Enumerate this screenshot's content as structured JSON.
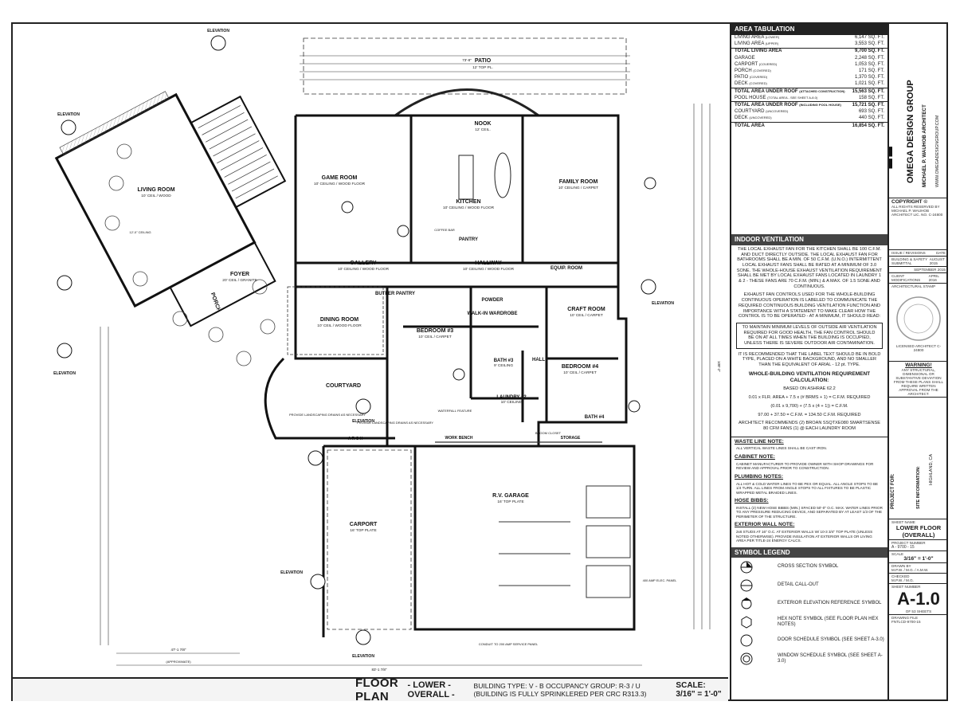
{
  "drawing": {
    "sheet_title": "FLOOR PLAN",
    "sheet_subtitle": "- LOWER - OVERALL -",
    "building_info": "BUILDING TYPE: V - B    OCCUPANCY GROUP: R-3 / U (BUILDING IS FULLY SPRINKLERED PER CRC R313.3)",
    "scale_note": "SCALE: 3/16\" = 1'-0\"",
    "rooms": {
      "patio": {
        "name": "PATIO",
        "sub": "12' TOP PL."
      },
      "nook": {
        "name": "NOOK",
        "sub": "12' CEIL."
      },
      "living": {
        "name": "LIVING ROOM",
        "sub": "10' CEIL / WOOD"
      },
      "game": {
        "name": "GAME ROOM",
        "sub": "10' CEILING / WOOD FLOOR"
      },
      "kitchen": {
        "name": "KITCHEN",
        "sub": "10' CEILING / WOOD FLOOR"
      },
      "family": {
        "name": "FAMILY ROOM",
        "sub": "10' CEILING / CARPET"
      },
      "foyer": {
        "name": "FOYER",
        "sub": "20' CEIL / GRANITE"
      },
      "porch": {
        "name": "PORCH",
        "sub": ""
      },
      "gallery": {
        "name": "GALLERY",
        "sub": "10' CEILING / WOOD FLOOR"
      },
      "hallway": {
        "name": "HALLWAY",
        "sub": "10' CEILING / WOOD FLOOR"
      },
      "pantry": {
        "name": "PANTRY",
        "sub": ""
      },
      "equip": {
        "name": "EQUIP. ROOM",
        "sub": ""
      },
      "dining": {
        "name": "DINING ROOM",
        "sub": "10' CEIL / WOOD FLOOR"
      },
      "butler": {
        "name": "BUTLER PANTRY",
        "sub": ""
      },
      "powder": {
        "name": "POWDER",
        "sub": ""
      },
      "craft": {
        "name": "CRAFT ROOM",
        "sub": "10' CEIL / CARPET"
      },
      "bed3": {
        "name": "BEDROOM #3",
        "sub": "10' CEIL / CARPET"
      },
      "walkin": {
        "name": "WALK-IN WARDROBE",
        "sub": ""
      },
      "bath3": {
        "name": "BATH #3",
        "sub": "9' CEILING"
      },
      "hall": {
        "name": "HALL",
        "sub": ""
      },
      "bed4": {
        "name": "BEDROOM #4",
        "sub": "10' CEIL / CARPET"
      },
      "courtyard": {
        "name": "COURTYARD",
        "sub": ""
      },
      "laundry": {
        "name": "LAUNDRY #2",
        "sub": "10' CEILING"
      },
      "bath4": {
        "name": "BATH #4",
        "sub": ""
      },
      "carport": {
        "name": "CARPORT",
        "sub": "16' TOP PLATE"
      },
      "rvgarage": {
        "name": "R.V. GARAGE",
        "sub": "16' TOP PLATE"
      }
    },
    "labels": {
      "elevation": "ELEVATION",
      "workbench": "WORK BENCH",
      "storage": "STORAGE",
      "arch": "A R C H",
      "landscaping": "PROVIDE LANDSCAPING DRAINS AS NECESSARY",
      "panel": "400 AMP ELEC. PANEL",
      "conduit": "CONDUIT TO 200 AMP SERVICE PANEL",
      "waterfall": "WATERFALL FEATURE",
      "broom": "BROOM CLOSET",
      "ceiling_note": "12'-0\" CEILING",
      "coffee": "COFFEE BAR",
      "approx": "(APPROXIMATE)"
    },
    "dims": {
      "overall_top": "73'-8\"",
      "overall_bottom": "83'-1 7/8\"",
      "right_overall": "108'-2\"",
      "bottom_left": "47'-1 7/8\""
    }
  },
  "area_tabulation": {
    "title": "AREA TABULATION",
    "rows": [
      {
        "label": "LIVING AREA",
        "note": "(LOWER)",
        "value": "6,147",
        "unit": "SQ. FT.",
        "bold": false
      },
      {
        "label": "LIVING AREA",
        "note": "(UPPER)",
        "value": "3,553",
        "unit": "SQ. FT.",
        "bold": false
      },
      {
        "label": "TOTAL LIVING AREA",
        "note": "",
        "value": "9,700",
        "unit": "SQ. FT.",
        "bold": true
      },
      {
        "label": "GARAGE",
        "note": "",
        "value": "2,248",
        "unit": "SQ. FT.",
        "bold": false
      },
      {
        "label": "CARPORT",
        "note": "(COVERED)",
        "value": "1,053",
        "unit": "SQ. FT.",
        "bold": false
      },
      {
        "label": "PORCH",
        "note": "(COVERED)",
        "value": "171",
        "unit": "SQ. FT.",
        "bold": false
      },
      {
        "label": "PATIO",
        "note": "(COVERED)",
        "value": "1,370",
        "unit": "SQ. FT.",
        "bold": false
      },
      {
        "label": "DECK",
        "note": "(COVERED)",
        "value": "1,021",
        "unit": "SQ. FT.",
        "bold": false
      },
      {
        "label": "TOTAL AREA UNDER ROOF",
        "note": "(ATTACHED CONSTRUCTION)",
        "value": "15,563",
        "unit": "SQ. FT.",
        "bold": true
      },
      {
        "label": "POOL HOUSE",
        "note": "(TOTAL AREA - SEE SHEET A-8.0)",
        "value": "158",
        "unit": "SQ. FT.",
        "bold": false
      },
      {
        "label": "TOTAL AREA UNDER ROOF",
        "note": "(INCLUDING POOL HOUSE)",
        "value": "15,721",
        "unit": "SQ. FT.",
        "bold": true
      },
      {
        "label": "COURTYARD",
        "note": "(UNCOVERED)",
        "value": "693",
        "unit": "SQ. FT.",
        "bold": false
      },
      {
        "label": "DECK",
        "note": "(UNCOVERED)",
        "value": "440",
        "unit": "SQ. FT.",
        "bold": false
      },
      {
        "label": "TOTAL AREA",
        "note": "",
        "value": "16,854",
        "unit": "SQ. FT.",
        "bold": true
      }
    ]
  },
  "indoor_ventilation": {
    "title": "INDOOR VENTILATION",
    "p1": "THE LOCAL EXHAUST FAN FOR THE KITCHEN SHALL BE 100 C.F.M. AND DUCT DIRECTLY OUTSIDE. THE LOCAL EXHAUST FAN FOR BATHROOMS SHALL BE A MIN. OF 50 C.F.M. (U.N.O.) INTERMITTENT LOCAL EXHAUST FANS SHALL BE RATED AT A MINIMUM OF 3.0 SONE. THE WHOLE-HOUSE EXHAUST VENTILATION REQUIREMENT SHALL BE MET BY LOCAL EXHAUST FANS LOCATED IN LAUNDRY 1 & 2 - THESE FANS ARE 70 C.F.M. (MIN.) & A MAX. OF 1.5 SONE AND CONTINUOUS.",
    "p2": "EXHAUST FAN CONTROLS USED FOR THE WHOLE-BUILDING CONTINUOUS OPERATION IS LABELED TO COMMUNICATE THE REQUIRED CONTINUOUS BUILDING VENTILATION FUNCTION AND IMPORTANCE WITH A STATEMENT TO MAKE CLEAR HOW THE CONTROL IS TO BE OPERATED - AT A MINIMUM, IT SHOULD READ:",
    "p3": "TO MAINTAIN MINIMUM LEVELS OF OUTSIDE AIR VENTILATION REQUIRED FOR GOOD HEALTH, THE FAN CONTROL SHOULD BE ON AT ALL TIMES WHEN THE BUILDING IS OCCUPIED, UNLESS THERE IS SEVERE OUTDOOR AIR CONTAMINATION.",
    "p4": "IT IS RECOMMENDED THAT THE LABEL TEXT SHOULD BE IN BOLD TYPE, PLACED ON A WHITE BACKGROUND, AND NO SMALLER THAN THE EQUIVALENT OF ARIAL - 12 pt. TYPE.",
    "calc_title": "WHOLE-BUILDING VENTILATION REQUIREMENT CALCULATION:",
    "calc1": "BASED ON ASHRAE 62.2",
    "calc2": "0.01 x FLR. AREA + 7.5 x (# BRMS + 1) = C.F.M. REQUIRED",
    "calc3": "(0.01 x 9,700) + (7.5 x (4 + 1)) = C.F.M.",
    "calc4": "97.00 + 37.50 = C.F.M. = 134.50 C.F.M. REQUIRED",
    "calc5": "ARCHITECT RECOMMENDS (2) BROAN SSQTXE080 SMARTSENSE 80 CFM FANS (1) @ EACH LAUNDRY ROOM"
  },
  "general_notes": [
    {
      "title": "WASTE LINE NOTE:",
      "text": "ALL VERTICAL WASTE LINES SHALL BE CAST IRON."
    },
    {
      "title": "CABINET NOTE:",
      "text": "CABINET MANUFACTURER TO PROVIDE OWNER WITH SHOP DRAWINGS FOR REVIEW AND APPROVAL PRIOR TO CONSTRUCTION."
    },
    {
      "title": "PLUMBING NOTES:",
      "text": "ALL HOT & COLD WATER LINES TO BE PEX OR EQUAL. ALL ANGLE STOPS TO BE 1/4 TURN. ALL LINES FROM ANGLE STOPS TO ALL FIXTURES TO BE PLASTIC WRAPPED METAL BRAIDED LINES."
    },
    {
      "title": "HOSE BIBBS:",
      "text": "INSTALL (2) NEW HOSE BIBBS (MIN.) SPACED 50'-0\" O.C. MAX. WATER LINES PRIOR TO ANY PRESSURE REDUCING DEVICE, AND SEPARATED BY AT LEAST 1/3 OF THE PERIMETER OF THE STRUCTURE."
    },
    {
      "title": "EXTERIOR WALL NOTE:",
      "text": "2x6 STUDS AT 16\" O.C. AT EXTERIOR WALLS W/ 10-3 3/4\" TOP PLATE (UNLESS NOTED OTHERWISE). PROVIDE INSULATION AT EXTERIOR WALLS OR LIVING AREA PER TITLE-24 ENERGY CALCS."
    }
  ],
  "symbol_legend": {
    "title": "SYMBOL LEGEND",
    "items": [
      {
        "icon": "cross-section",
        "label": "CROSS SECTION SYMBOL"
      },
      {
        "icon": "detail-callout",
        "label": "DETAIL CALL-OUT"
      },
      {
        "icon": "elevation-ref",
        "label": "EXTERIOR ELEVATION REFERENCE SYMBOL"
      },
      {
        "icon": "hex-note",
        "label": "HEX NOTE SYMBOL (SEE FLOOR PLAN HEX NOTES)"
      },
      {
        "icon": "door-schedule",
        "label": "DOOR SCHEDULE SYMBOL (SEE SHEET A-3.0)"
      },
      {
        "icon": "window-schedule",
        "label": "WINDOW SCHEDULE SYMBOL (SEE SHEET A-3.0)"
      }
    ]
  },
  "title_block": {
    "firm": "OMEGA DESIGN GROUP",
    "architect": "MICHAEL P. WAUHOB ARCHITECT",
    "website": "WWW.OMEGADESIGNGROUP.COM",
    "copyright_title": "COPYRIGHT ©",
    "copyright_text": "ALL RIGHTS RESERVED BY MICHAEL P. WAUHOB ARCHITECT LIC. NO. C-24800",
    "issue_header": "ISSUE / REVISIONS",
    "issue_date_header": "DATE",
    "issues": [
      {
        "label": "BUILDING & SAFETY SUBMITTAL",
        "date": "AUGUST 2015"
      },
      {
        "label": "",
        "date": "SEPTEMBER 2015"
      },
      {
        "label": "CLIENT MODIFICATIONS",
        "date": "APRIL 2016"
      }
    ],
    "stamp_label": "ARCHITECTURAL STAMP",
    "stamp_text": "LICENSED ARCHITECT C-24800",
    "warning_title": "WARNING!",
    "warning_text": "ANY STRUCTURAL, DIMENSIONAL OR SUBSTANTIVE DEVIATION FROM THESE PLANS SHALL REQUIRE WRITTEN APPROVAL FROM THE ARCHITECT.",
    "project_label": "PROJECT FOR:",
    "site_label": "SITE INFORMATION:",
    "city": "HIGHLAND, CA",
    "sheet_name_label": "SHEET NAME",
    "sheet_name": "LOWER FLOOR (OVERALL)",
    "project_number_label": "PROJECT NUMBER",
    "project_number": "A - 9700 - 15",
    "scale_label": "SCALE",
    "scale": "3/16\" = 1'-0\"",
    "drawn_label": "DRAWN BY",
    "drawn": "M.P.W. / M.G. / A.M.W.",
    "checked_label": "CHECKED",
    "checked": "M.P.W. / M.G.",
    "sheet_number_label": "SHEET NUMBER",
    "sheet_number": "A-1.0",
    "of_sheets": "OF 53 SHEETS",
    "drawing_file_label": "DRAWING FILE",
    "drawing_file": "FNTLCD-9700-15"
  }
}
